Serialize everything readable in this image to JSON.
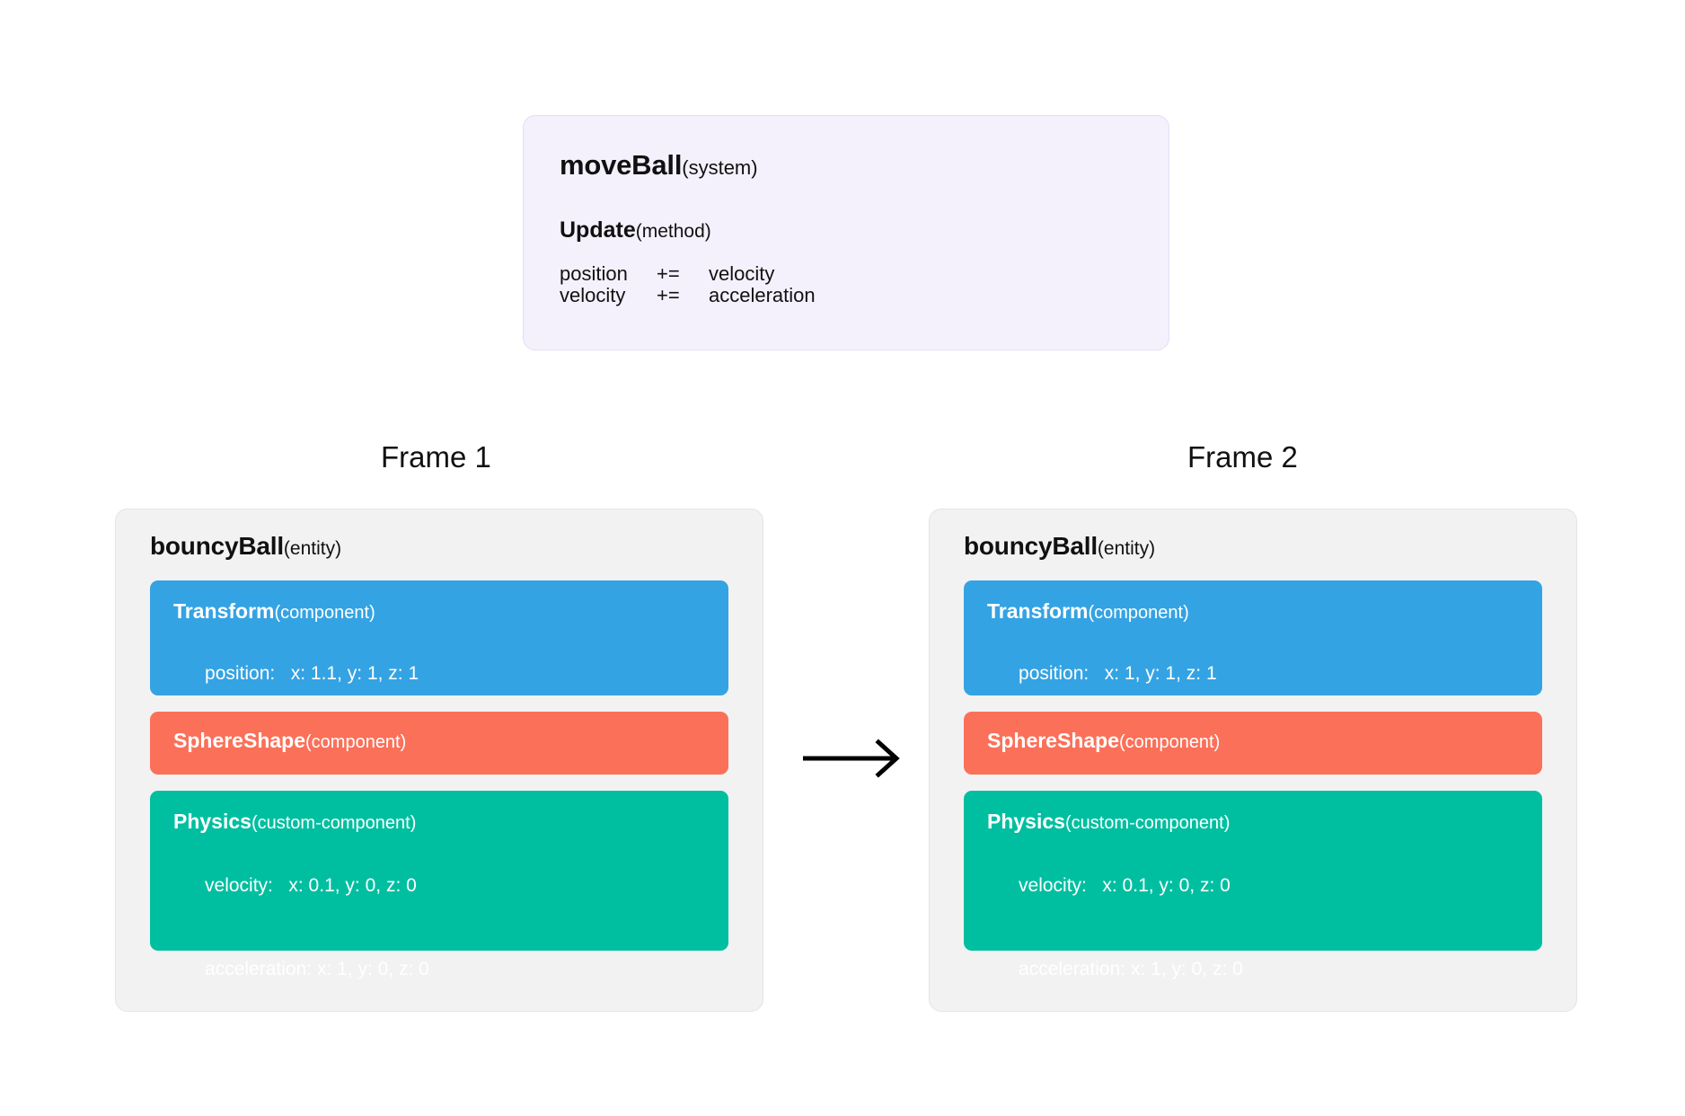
{
  "system": {
    "name": "moveBall",
    "kind": "(system)",
    "method": {
      "name": "Update",
      "kind": "(method)",
      "lines": [
        {
          "lhs": "position",
          "op": "+=",
          "rhs": "velocity"
        },
        {
          "lhs": "velocity",
          "op": "+=",
          "rhs": "acceleration"
        }
      ]
    }
  },
  "frames": [
    {
      "label": "Frame 1",
      "entity": {
        "name": "bouncyBall",
        "kind": "(entity)",
        "components": [
          {
            "name": "Transform",
            "kind": "(component)",
            "color": "#34a3e3",
            "fields": [
              {
                "key": "position:",
                "value": "x: 1.1, y: 1, z: 1"
              }
            ]
          },
          {
            "name": "SphereShape",
            "kind": "(component)",
            "color": "#fb7059",
            "fields": []
          },
          {
            "name": "Physics",
            "kind": "(custom-component)",
            "color": "#00bfa0",
            "fields": [
              {
                "key": "velocity:",
                "value": "x: 0.1, y: 0, z: 0"
              },
              {
                "key": "acceleration:",
                "value": "x: 1, y: 0, z: 0"
              }
            ]
          }
        ]
      }
    },
    {
      "label": "Frame 2",
      "entity": {
        "name": "bouncyBall",
        "kind": "(entity)",
        "components": [
          {
            "name": "Transform",
            "kind": "(component)",
            "color": "#34a3e3",
            "fields": [
              {
                "key": "position:",
                "value": "x: 1, y: 1, z: 1"
              }
            ]
          },
          {
            "name": "SphereShape",
            "kind": "(component)",
            "color": "#fb7059",
            "fields": []
          },
          {
            "name": "Physics",
            "kind": "(custom-component)",
            "color": "#00bfa0",
            "fields": [
              {
                "key": "velocity:",
                "value": "x: 0.1, y: 0, z: 0"
              },
              {
                "key": "acceleration:",
                "value": "x: 1, y: 0, z: 0"
              }
            ]
          }
        ]
      }
    }
  ],
  "connector": {
    "icon": "arrow-right-icon",
    "color": "#000000"
  },
  "palette": {
    "system_bg": "#f4f1fc",
    "system_border": "#e5ddf7",
    "entity_bg": "#f2f2f2",
    "entity_border": "#e4e4e4",
    "transform": "#34a3e3",
    "sphere": "#fb7059",
    "physics": "#00bfa0",
    "text": "#111111",
    "page_bg": "#ffffff"
  }
}
